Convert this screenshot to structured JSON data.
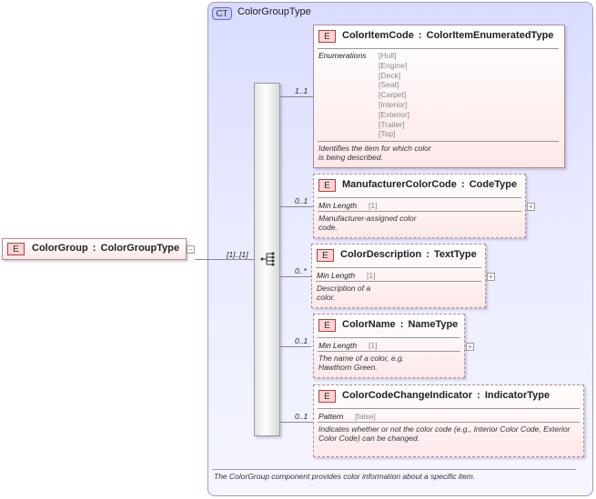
{
  "root": {
    "badge": "E",
    "name": "ColorGroup",
    "type": "ColorGroupType",
    "cardinality": "[1]..[1]"
  },
  "complex_type": {
    "badge": "CT",
    "name": "ColorGroupType",
    "description": "The ColorGroup component provides color information about a specific item."
  },
  "elements": [
    {
      "badge": "E",
      "name": "ColorItemCode",
      "type": "ColorItemEnumeratedType",
      "cardinality": "1..1",
      "facet_label": "Enumerations",
      "values": [
        "[Hull]",
        "[Engine]",
        "[Deck]",
        "[Seat]",
        "[Carpet]",
        "[Interior]",
        "[Exterior]",
        "[Trailer]",
        "[Top]"
      ],
      "description": "Identifies the item for which color is being described."
    },
    {
      "badge": "E",
      "name": "ManufacturerColorCode",
      "type": "CodeType",
      "cardinality": "0..1",
      "facet_label": "Min Length",
      "facet_value": "[1]",
      "description": "Manufacturer-assigned color code."
    },
    {
      "badge": "E",
      "name": "ColorDescription",
      "type": "TextType",
      "cardinality": "0..*",
      "facet_label": "Min Length",
      "facet_value": "[1]",
      "description": "Description of a color."
    },
    {
      "badge": "E",
      "name": "ColorName",
      "type": "NameType",
      "cardinality": "0..1",
      "facet_label": "Min Length",
      "facet_value": "[1]",
      "description": "The name of a color, e.g. Hawthorn Green."
    },
    {
      "badge": "E",
      "name": "ColorCodeChangeIndicator",
      "type": "IndicatorType",
      "cardinality": "0..1",
      "facet_label": "Pattern",
      "facet_value": "[false]",
      "description": "Indicates whether or not the color code (e.g., Interior Color Code, Exterior Color Code) can be changed."
    }
  ],
  "separator": ":"
}
